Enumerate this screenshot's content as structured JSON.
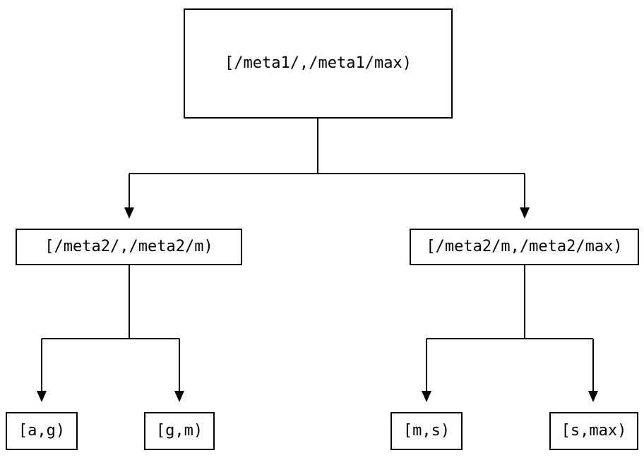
{
  "diagram": {
    "type": "tree",
    "nodes": {
      "root": {
        "label": "[/meta1/,/meta1/max)"
      },
      "left": {
        "label": "[/meta2/,/meta2/m)"
      },
      "right": {
        "label": "[/meta2/m,/meta2/max)"
      },
      "leaf_ag": {
        "label": "[a,g)"
      },
      "leaf_gm": {
        "label": "[g,m)"
      },
      "leaf_ms": {
        "label": "[m,s)"
      },
      "leaf_smax": {
        "label": "[s,max)"
      }
    },
    "edges": [
      {
        "from": "root",
        "to": "left"
      },
      {
        "from": "root",
        "to": "right"
      },
      {
        "from": "left",
        "to": "leaf_ag"
      },
      {
        "from": "left",
        "to": "leaf_gm"
      },
      {
        "from": "right",
        "to": "leaf_ms"
      },
      {
        "from": "right",
        "to": "leaf_smax"
      }
    ],
    "colors": {
      "background": "#ffffff",
      "line": "#000000",
      "box_border": "#000000",
      "text": "#000000"
    }
  }
}
